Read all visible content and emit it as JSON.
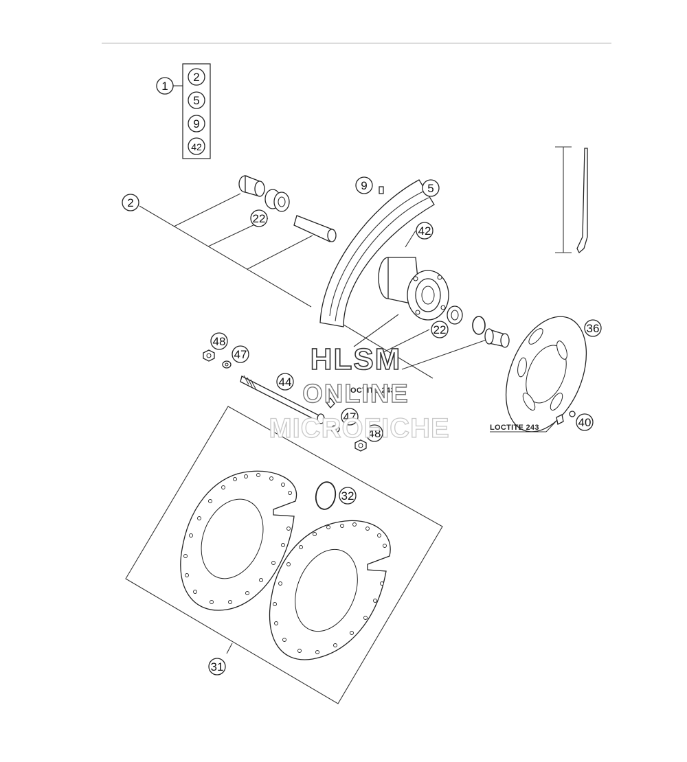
{
  "kit": {
    "main": "1",
    "contents": [
      "2",
      "5",
      "9",
      "42"
    ]
  },
  "callouts": {
    "c2": "2",
    "c22a": "22",
    "c9": "9",
    "c5": "5",
    "c42": "42",
    "c22b": "22",
    "c36": "36",
    "c48a": "48",
    "c47a": "47",
    "c44": "44",
    "c47b": "47",
    "c48b": "48",
    "c40": "40",
    "c32": "32",
    "c31": "31"
  },
  "labels": {
    "loctite_center": "LOCTITE 243",
    "loctite_right": "LOCTITE 243"
  },
  "watermark": {
    "line1": "HLSM",
    "line2": "ONLINE",
    "line3": "MICROFICHE"
  }
}
